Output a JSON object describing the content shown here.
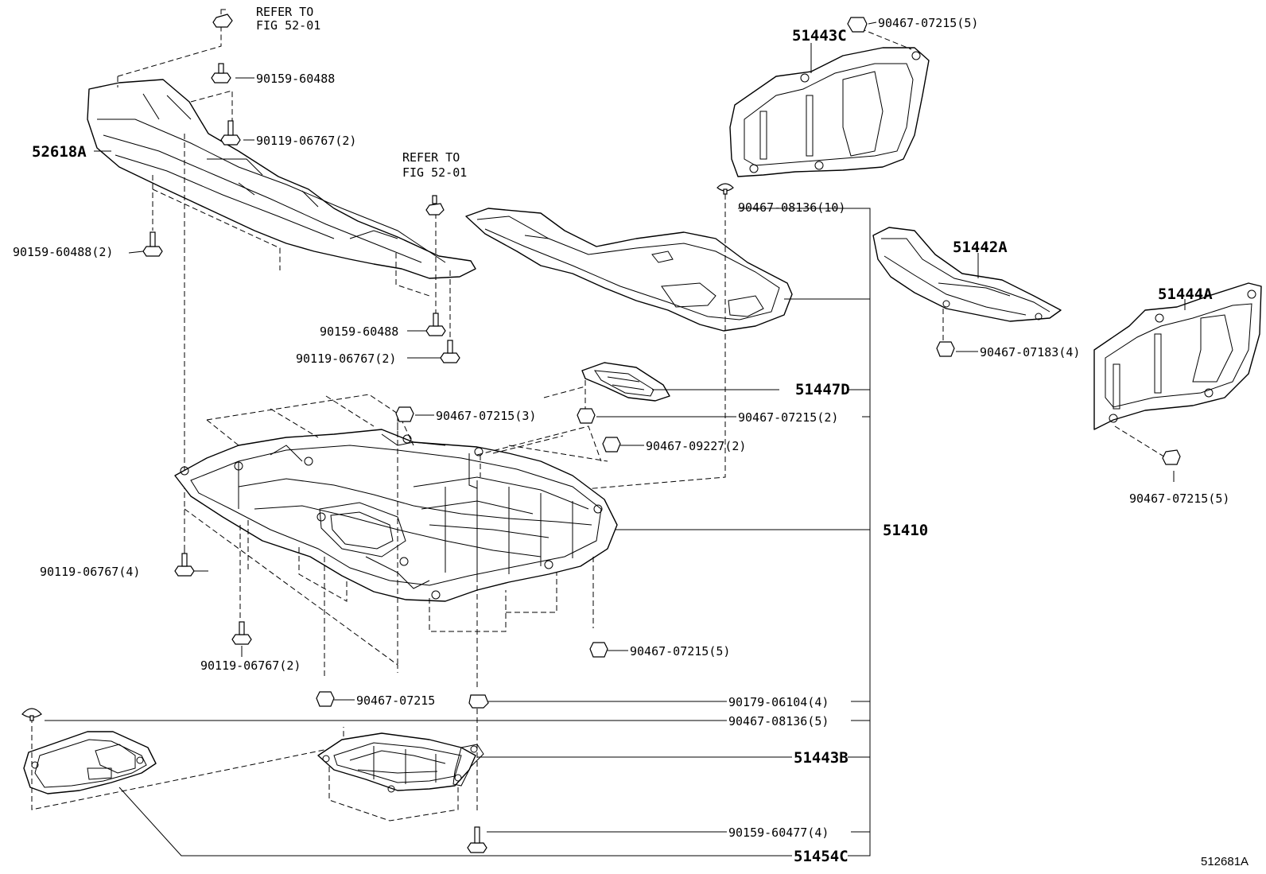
{
  "diagram_id": "512681A",
  "refs": {
    "top_line1": "REFER TO",
    "top_line2": "FIG 52-01",
    "mid_line1": "REFER TO",
    "mid_line2": "FIG 52-01"
  },
  "parts": {
    "p52618A": "52618A",
    "p51443C": "51443C",
    "p51442A": "51442A",
    "p51444A": "51444A",
    "p51447D": "51447D",
    "p51410": "51410",
    "p51443B": "51443B",
    "p51454C": "51454C"
  },
  "fasteners": {
    "f90159_60488_top": "90159-60488",
    "f90119_06767_top": "90119-06767(2)",
    "f90159_60488_2": "90159-60488(2)",
    "f90159_60488_mid": "90159-60488",
    "f90119_06767_mid": "90119-06767(2)",
    "f90467_07215_c5_top": "90467-07215(5)",
    "f90467_08136_10": "90467-08136(10)",
    "f90467_07183_4": "90467-07183(4)",
    "f90467_07215_c5_right": "90467-07215(5)",
    "f90467_07215_3": "90467-07215(3)",
    "f90467_07215_2": "90467-07215(2)",
    "f90467_09227_2": "90467-09227(2)",
    "f90119_06767_4": "90119-06767(4)",
    "f90467_07215_c5_low": "90467-07215(5)",
    "f90119_06767_low": "90119-06767(2)",
    "f90467_07215_plain": "90467-07215",
    "f90179_06104_4": "90179-06104(4)",
    "f90467_08136_5": "90467-08136(5)",
    "f90159_60477_4": "90159-60477(4)"
  }
}
